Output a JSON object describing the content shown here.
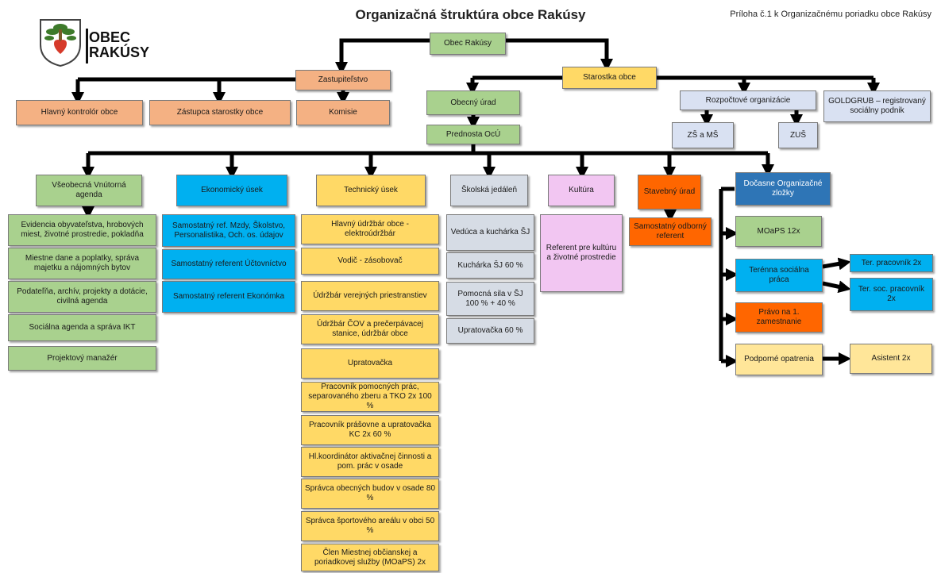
{
  "title": "Organizačná štruktúra obce Rakúsy",
  "annex": "Príloha č.1 k Organizačnému poriadku obce Rakúsy",
  "logo": {
    "line1": "OBEC",
    "line2": "RAKÚSY"
  },
  "top": {
    "obec": "Obec Rakúsy",
    "zastupitelstvo": "Zastupiteľstvo",
    "starostka": "Starostka obce",
    "kontrolor": "Hlavný kontrolór obce",
    "zastupca": "Zástupca starostky obce",
    "komisie": "Komisie",
    "obecny_urad": "Obecný úrad",
    "prednosta": "Prednosta OcÚ",
    "rozpoctove": "Rozpočtové organizácie",
    "goldgrub": "GOLDGRUB – registrovaný sociálny podnik",
    "zs_ms": "ZŠ a MŠ",
    "zus": "ZUŠ"
  },
  "departments": {
    "vseobecna": "Všeobecná Vnútorná agenda",
    "ekonomicky": "Ekonomický úsek",
    "technicky": "Technický úsek",
    "jedalen": "Školská jedáleň",
    "kultura": "Kultúra",
    "stavebny": "Stavebný úrad",
    "docasne": "Dočasne Organizačné zložky"
  },
  "vseobecna_items": [
    "Evidencia obyvateľstva, hrobových miest, životné prostredie, pokladňa",
    "Miestne dane a poplatky, správa majetku a nájomných bytov",
    "Podateľňa, archív, projekty a dotácie, civilná agenda",
    "Sociálna agenda a správa IKT",
    "Projektový manažér"
  ],
  "ekonomicky_items": [
    "Samostatný ref. Mzdy, Školstvo, Personalistika, Och. os. údajov",
    "Samostatný referent Účtovníctvo",
    "Samostatný referent Ekonómka"
  ],
  "technicky_items": [
    "Hlavný údržbár obce - elektroúdržbár",
    "Vodič - zásobovač",
    "Údržbár verejných priestranstiev",
    "Údržbár ČOV a prečerpávacej stanice, údržbár obce",
    "Upratovačka",
    "Pracovník pomocných prác, separovaného zberu a TKO 2x 100 %",
    "Pracovník prášovne a upratovačka KC 2x 60 %",
    "Hl.koordinátor aktivačnej činnosti a pom. prác v osade",
    "Správca obecných budov v osade 80 %",
    "Správca športového areálu v obci 50 %",
    "Člen Miestnej občianskej a poriadkovej služby (MOaPS) 2x"
  ],
  "jedalen_items": [
    "Vedúca a kuchárka ŠJ",
    "Kuchárka ŠJ 60 %",
    "Pomocná sila v ŠJ 100 % + 40 %",
    "Upratovačka 60 %"
  ],
  "kultura_items": [
    "Referent pre kultúru a životné prostredie"
  ],
  "stavebny_items": [
    "Samostatný odborný referent"
  ],
  "docasne_items": {
    "moaps": "MOaPS 12x",
    "terenna": "Terénna sociálna práca",
    "ter_pracovnik": "Ter. pracovník 2x",
    "ter_soc": "Ter. soc. pracovník 2x",
    "pravo": "Právo na 1. zamestnanie",
    "podporne": "Podporné opatrenia",
    "asistent": "Asistent 2x"
  }
}
